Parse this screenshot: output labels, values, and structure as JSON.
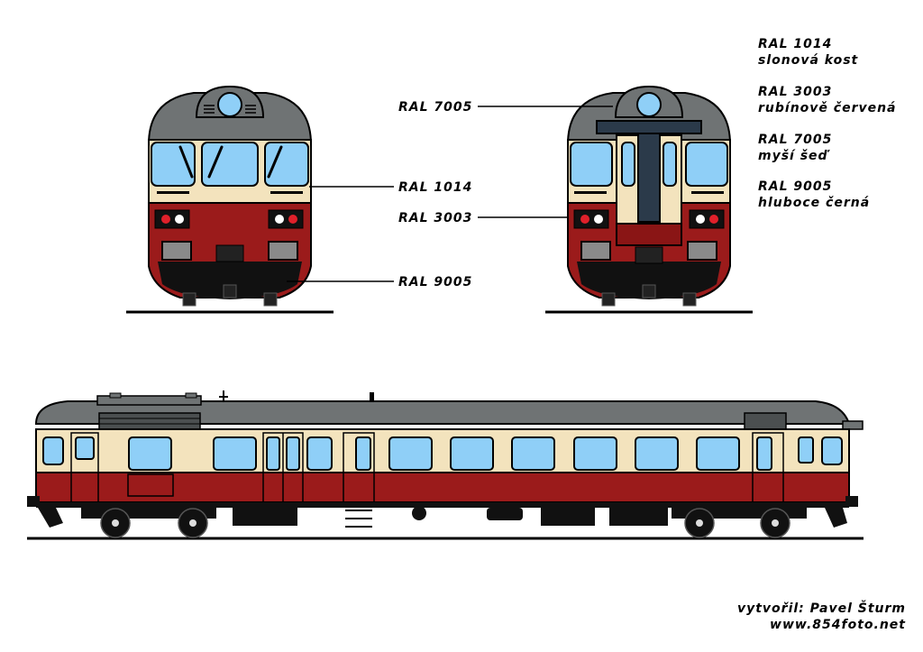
{
  "callouts": {
    "front_roof": "RAL 7005",
    "front_body": "RAL 1014",
    "front_band": "RAL 3003",
    "front_under": "RAL 9005"
  },
  "legend": [
    {
      "code": "RAL 1014",
      "name": "slonová kost",
      "color": "#f3e3bd"
    },
    {
      "code": "RAL 3003",
      "name": "rubínově červená",
      "color": "#9b1b1b"
    },
    {
      "code": "RAL 7005",
      "name": "myší šeď",
      "color": "#6f7374"
    },
    {
      "code": "RAL 9005",
      "name": "hluboce černá",
      "color": "#111111"
    }
  ],
  "credit": {
    "author": "vytvořil: Pavel Šturm",
    "website": "www.854foto.net"
  },
  "colors": {
    "ivory": "#f3e3bd",
    "ruby": "#9b1b1b",
    "grey": "#6f7374",
    "black": "#111111",
    "glass": "#8fcff7"
  }
}
